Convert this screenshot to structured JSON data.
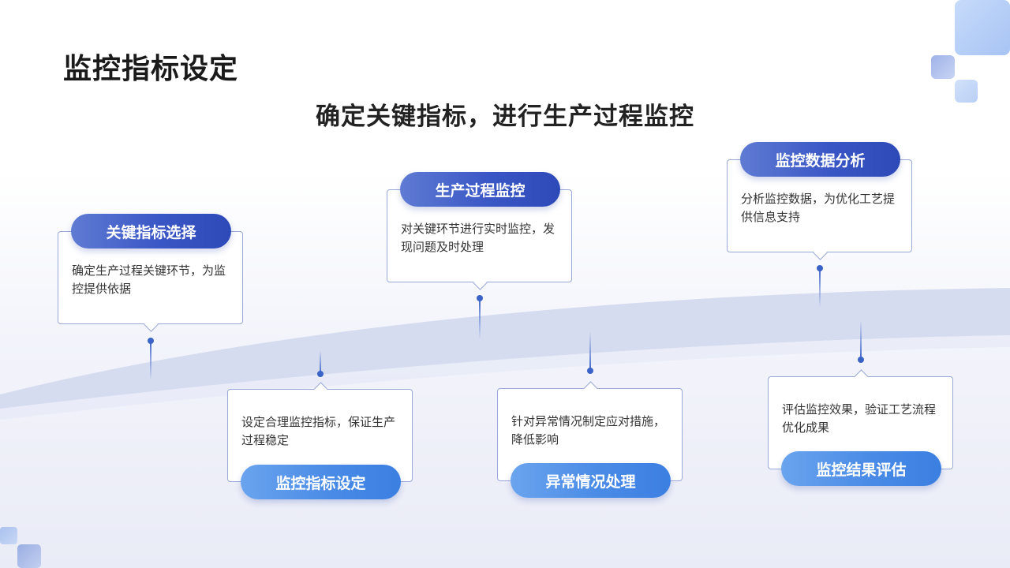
{
  "title": "监控指标设定",
  "subtitle": "确定关键指标，进行生产过程监控",
  "steps": [
    {
      "label": "关键指标选择",
      "desc": "确定生产过程关键环节，为监控提供依据"
    },
    {
      "label": "监控指标设定",
      "desc": "设定合理监控指标，保证生产过程稳定"
    },
    {
      "label": "生产过程监控",
      "desc": "对关键环节进行实时监控，发现问题及时处理"
    },
    {
      "label": "异常情况处理",
      "desc": "针对异常情况制定应对措施，降低影响"
    },
    {
      "label": "监控数据分析",
      "desc": "分析监控数据，为优化工艺提供信息支持"
    },
    {
      "label": "监控结果评估",
      "desc": "评估监控效果，验证工艺流程优化成果"
    }
  ],
  "colors": {
    "pill_dark": "#3a57c6",
    "pill_light": "#4a8be6",
    "box_border": "#98a8d8",
    "dot": "#3a63c8",
    "wave": "#d6dcf0"
  }
}
